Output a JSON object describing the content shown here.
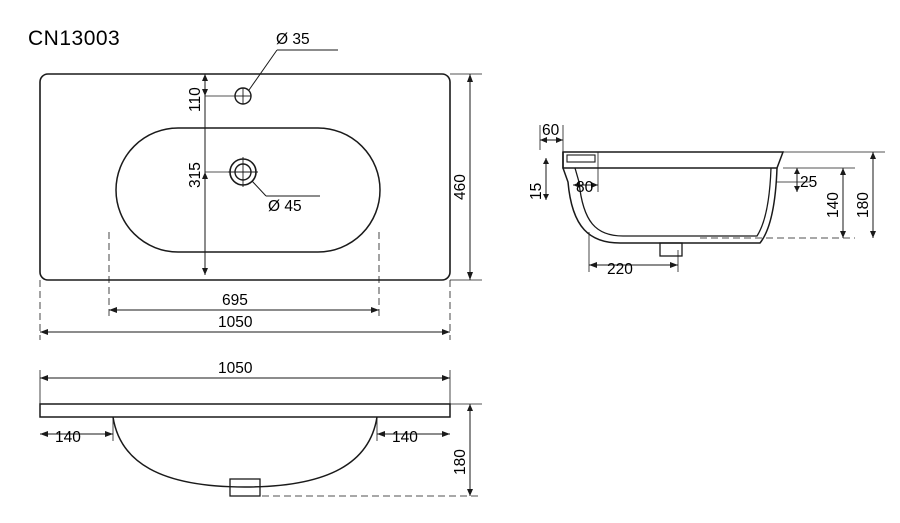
{
  "title": "CN13003",
  "colors": {
    "line": "#1a1a1a",
    "dimension": "#1a1a1a",
    "background": "#ffffff"
  },
  "views": {
    "top": {
      "name": "top-view",
      "dimensions": {
        "hole_small_dia": "Ø 35",
        "hole_large_dia": "Ø 45",
        "hole_offset_from_back": "110",
        "bowl_center_from_back": "315",
        "bowl_width": "695",
        "overall_width": "1050",
        "overall_depth": "460"
      }
    },
    "side": {
      "name": "side-section-view",
      "dimensions": {
        "rim_front": "60",
        "rim_thickness": "15",
        "rim_inner": "80",
        "bowl_depth": "140",
        "overall_height": "180",
        "rim_step": "25",
        "bowl_width": "220"
      }
    },
    "front": {
      "name": "front-view",
      "dimensions": {
        "overall_width": "1050",
        "left_flat": "140",
        "right_flat": "140",
        "overall_height": "180"
      }
    }
  },
  "chart_data": {
    "type": "table",
    "title": "CN13003",
    "categories": [
      "overall_width",
      "overall_depth",
      "overall_height",
      "bowl_width_top",
      "bowl_center_from_back",
      "hole_offset_from_back",
      "hole_small_dia",
      "hole_large_dia",
      "side_bowl_width",
      "side_bowl_depth",
      "rim_thickness",
      "rim_front",
      "rim_inner",
      "rim_step",
      "front_left_flat",
      "front_right_flat"
    ],
    "values": [
      1050,
      460,
      180,
      695,
      315,
      110,
      35,
      45,
      220,
      140,
      15,
      60,
      80,
      25,
      140,
      140
    ]
  }
}
